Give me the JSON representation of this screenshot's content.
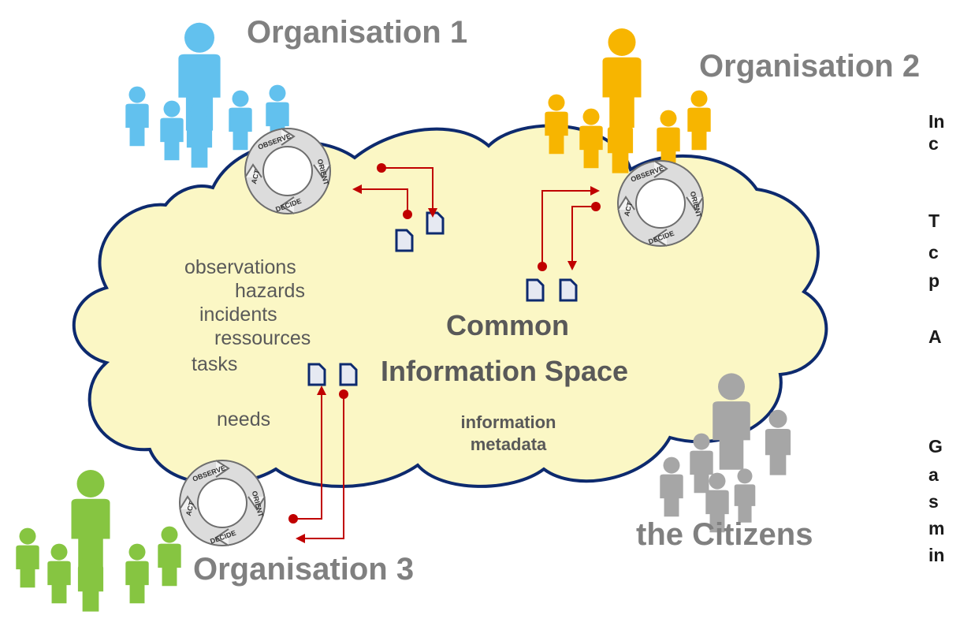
{
  "organisations": {
    "org1": {
      "label": "Organisation 1",
      "color": "#62c1ee"
    },
    "org2": {
      "label": "Organisation 2",
      "color": "#f7b500"
    },
    "org3": {
      "label": "Organisation 3",
      "color": "#86c541"
    },
    "citizens": {
      "label": "the Citizens",
      "color": "#a6a6a6"
    }
  },
  "cloud": {
    "title_line1": "Common",
    "title_line2": "Information Space",
    "items": [
      "observations",
      "hazards",
      "incidents",
      "ressources",
      "tasks",
      "needs"
    ],
    "metadata_line1": "information",
    "metadata_line2": "metadata",
    "fill": "#fbf7c5",
    "stroke": "#0d2a6e"
  },
  "ooda_loop": {
    "observe": "OBSERVE",
    "orient": "ORIENT",
    "decide": "DECIDE",
    "act": "ACT"
  },
  "side_text_fragments": [
    "In",
    "c",
    "T",
    "c",
    "p",
    "A",
    "G",
    "a",
    "s",
    "m",
    "in"
  ],
  "colors": {
    "arrow": "#c00000",
    "document": "#0d2a6e"
  }
}
